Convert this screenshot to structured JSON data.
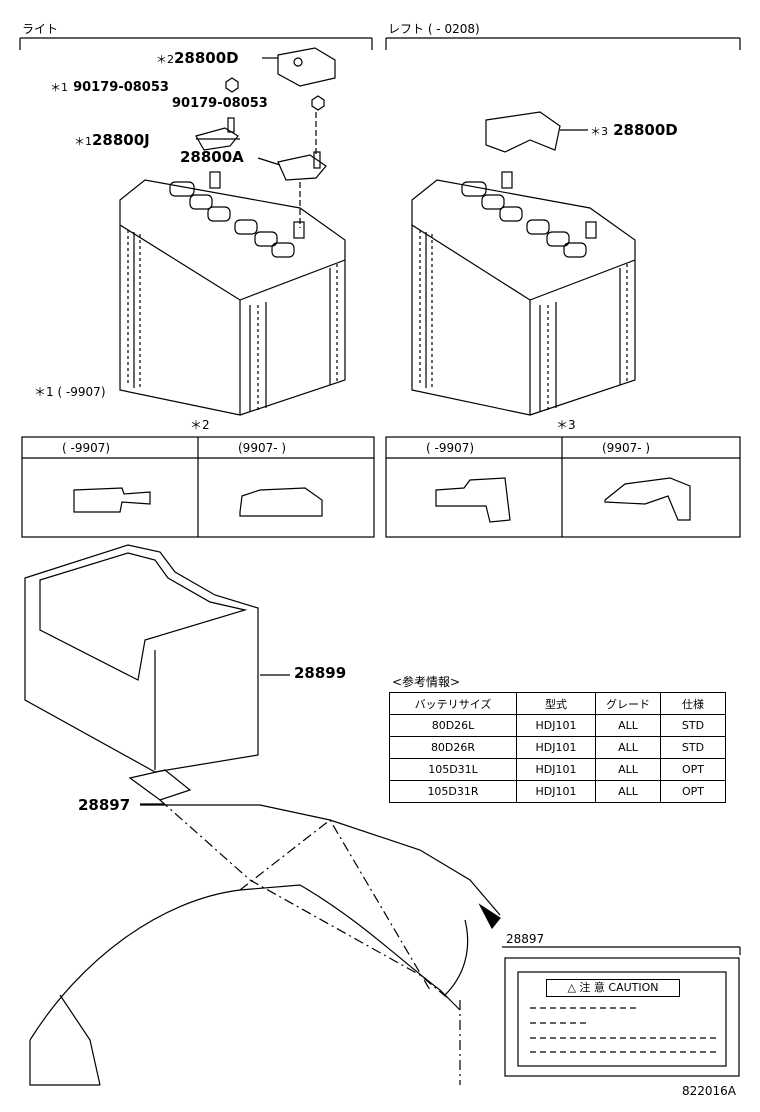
{
  "sections": {
    "right_label": "ライト",
    "left_label": "レフト (      - 0208)"
  },
  "parts": {
    "p1": {
      "star": "＊2",
      "number": "28800D"
    },
    "p2": {
      "star": "＊1",
      "number": "90179-08053"
    },
    "p3": {
      "number": "90179-08053"
    },
    "p4": {
      "star": "＊1",
      "number": "28800J"
    },
    "p5": {
      "number": "28800A"
    },
    "p6": {
      "star": "＊3",
      "number": "28800D"
    },
    "p7": {
      "number": "28899"
    },
    "p8": {
      "number": "28897"
    }
  },
  "notes": {
    "note1": "＊1 (      -9907)",
    "note2": "＊2",
    "note3": "＊3"
  },
  "variant_tables": {
    "left_headers": [
      "(      -9907)",
      "(9907-        )"
    ],
    "right_headers": [
      "(      -9907)",
      "(9907-        )"
    ]
  },
  "reference": {
    "title": "<参考情報>",
    "headers": [
      "バッテリサイズ",
      "型式",
      "グレード",
      "仕様"
    ],
    "rows": [
      [
        "80D26L",
        "HDJ101",
        "ALL",
        "STD"
      ],
      [
        "80D26R",
        "HDJ101",
        "ALL",
        "STD"
      ],
      [
        "105D31L",
        "HDJ101",
        "ALL",
        "OPT"
      ],
      [
        "105D31R",
        "HDJ101",
        "ALL",
        "OPT"
      ]
    ]
  },
  "label_detail": {
    "part_number": "28897",
    "caution": "△ 注 意 CAUTION"
  },
  "footer": {
    "code": "822016A"
  }
}
